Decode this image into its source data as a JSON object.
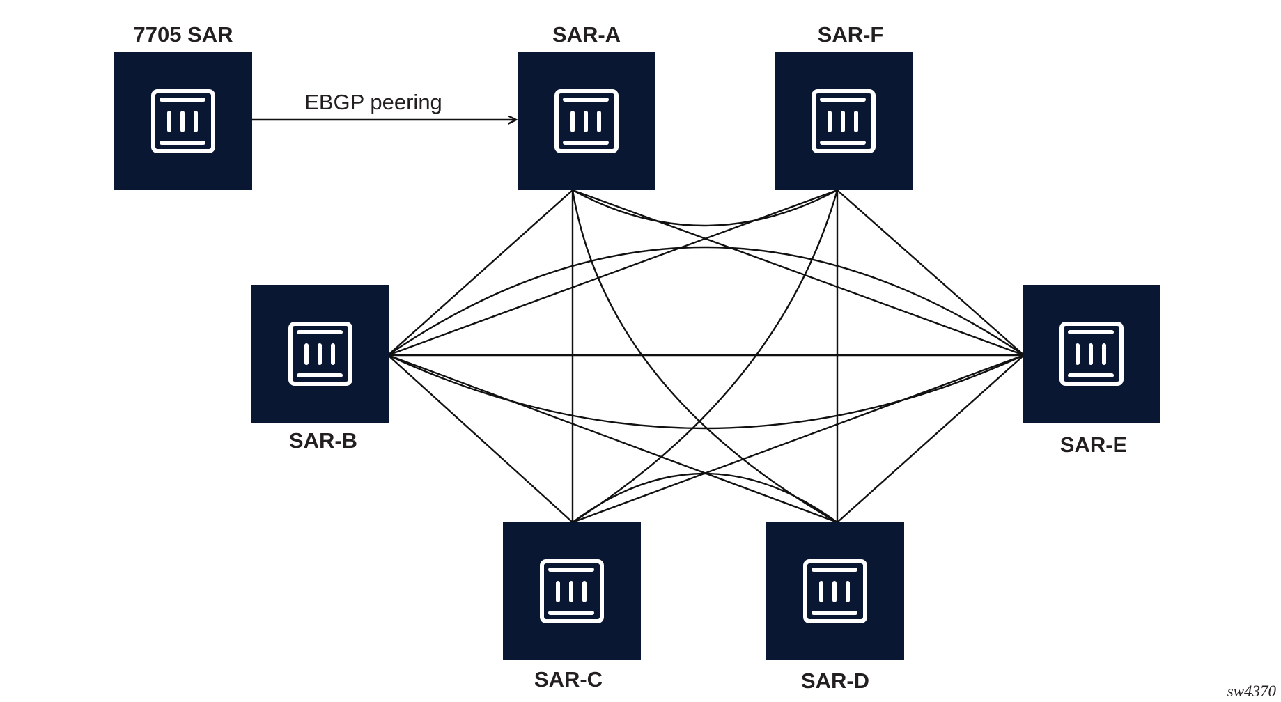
{
  "diagram": {
    "peering_label": "EBGP peering",
    "figure_id": "sw4370",
    "box_color": "#0a1733",
    "icon": "router-icon",
    "nodes": {
      "sar7705": {
        "label": "7705 SAR"
      },
      "sarA": {
        "label": "SAR-A"
      },
      "sarF": {
        "label": "SAR-F"
      },
      "sarB": {
        "label": "SAR-B"
      },
      "sarE": {
        "label": "SAR-E"
      },
      "sarC": {
        "label": "SAR-C"
      },
      "sarD": {
        "label": "SAR-D"
      }
    },
    "edges": [
      {
        "from": "7705 SAR",
        "to": "SAR-A",
        "label": "EBGP peering",
        "directed": true
      },
      {
        "from": "SAR-A",
        "to": "SAR-F"
      },
      {
        "from": "SAR-A",
        "to": "SAR-B"
      },
      {
        "from": "SAR-A",
        "to": "SAR-C"
      },
      {
        "from": "SAR-A",
        "to": "SAR-D"
      },
      {
        "from": "SAR-A",
        "to": "SAR-E"
      },
      {
        "from": "SAR-F",
        "to": "SAR-B"
      },
      {
        "from": "SAR-F",
        "to": "SAR-C"
      },
      {
        "from": "SAR-F",
        "to": "SAR-D"
      },
      {
        "from": "SAR-F",
        "to": "SAR-E"
      },
      {
        "from": "SAR-B",
        "to": "SAR-E"
      },
      {
        "from": "SAR-B",
        "to": "SAR-C"
      },
      {
        "from": "SAR-B",
        "to": "SAR-D"
      },
      {
        "from": "SAR-C",
        "to": "SAR-D"
      },
      {
        "from": "SAR-C",
        "to": "SAR-E"
      },
      {
        "from": "SAR-D",
        "to": "SAR-E"
      }
    ]
  }
}
